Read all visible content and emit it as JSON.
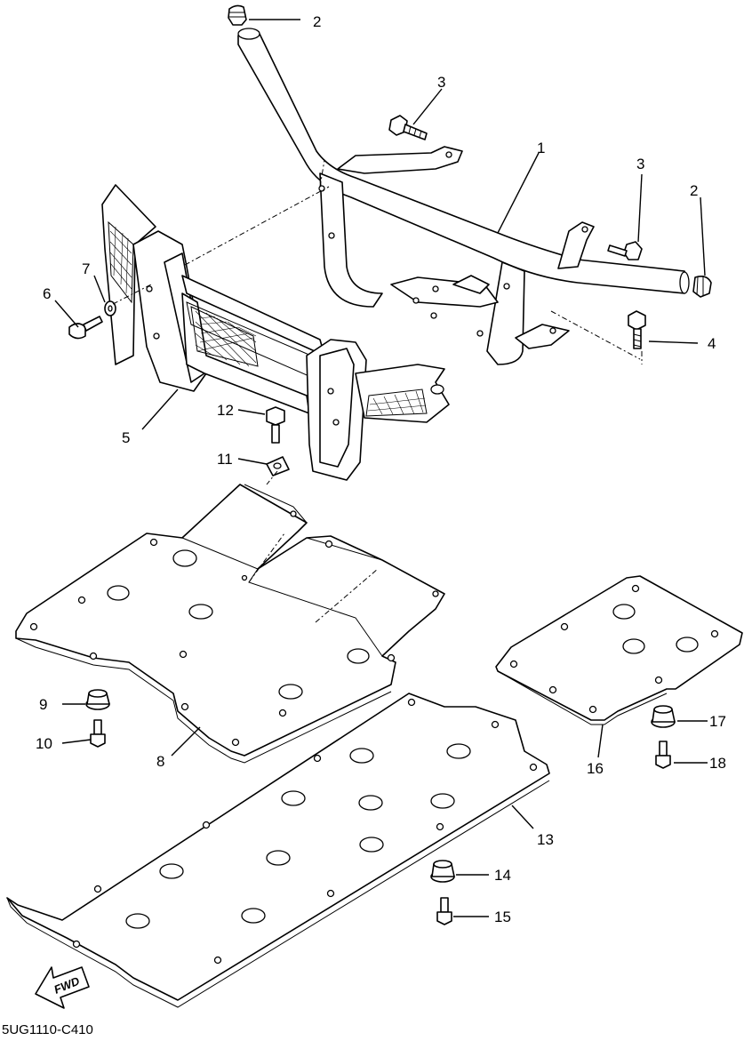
{
  "diagram": {
    "code": "5UG1110-C410",
    "direction_marker": "FWD",
    "callouts": [
      "1",
      "2",
      "2",
      "3",
      "3",
      "4",
      "5",
      "6",
      "7",
      "8",
      "9",
      "10",
      "11",
      "12",
      "13",
      "14",
      "15",
      "16",
      "17",
      "18"
    ]
  },
  "icons": {
    "direction": "arrow-forward-icon",
    "bolt": "bolt-icon",
    "cap": "cap-plug-icon",
    "washer": "washer-icon",
    "nut": "flange-nut-icon"
  }
}
